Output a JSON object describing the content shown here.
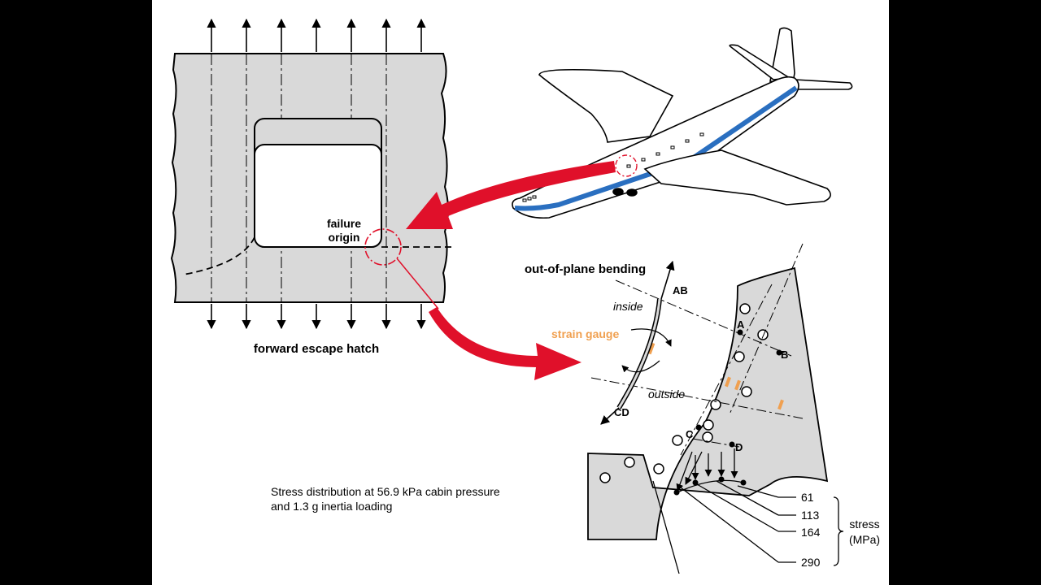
{
  "hatch": {
    "failure_line1": "failure",
    "failure_line2": "origin",
    "caption": "forward escape hatch"
  },
  "detail": {
    "bending_title": "out-of-plane bending",
    "label_ab": "AB",
    "label_cd": "CD",
    "label_inside": "inside",
    "label_outside": "outside",
    "label_strain_gauge": "strain gauge",
    "point_a": "A",
    "point_b": "B",
    "point_c": "C",
    "point_d": "D"
  },
  "caption": {
    "line1": "Stress distribution at 56.9 kPa cabin pressure",
    "line2": "and 1.3 g inertia loading"
  },
  "stress": {
    "values": [
      "61",
      "113",
      "164",
      "290"
    ],
    "label_line1": "stress",
    "label_line2": "(MPa)"
  },
  "colors": {
    "panel_gray": "#d9d9d9",
    "arrow_red": "#e0102a",
    "stripe_blue": "#2a6fc0",
    "gauge_orange": "#f0a050"
  }
}
